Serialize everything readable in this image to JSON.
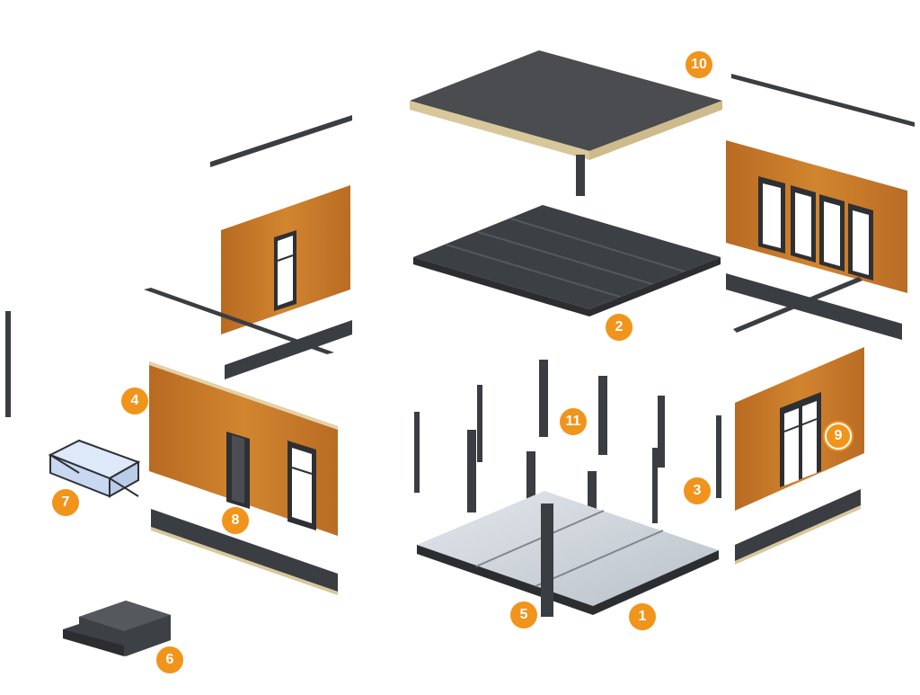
{
  "callouts": [
    {
      "id": "1",
      "label": "1"
    },
    {
      "id": "2",
      "label": "2"
    },
    {
      "id": "3",
      "label": "3"
    },
    {
      "id": "4",
      "label": "4"
    },
    {
      "id": "5",
      "label": "5"
    },
    {
      "id": "6",
      "label": "6"
    },
    {
      "id": "7",
      "label": "7"
    },
    {
      "id": "8",
      "label": "8"
    },
    {
      "id": "9",
      "label": "9"
    },
    {
      "id": "10",
      "label": "10"
    },
    {
      "id": "11",
      "label": "11"
    }
  ],
  "colors": {
    "accent": "#f0941c",
    "wood": "#c9782a",
    "frame": "#3a3d42",
    "roof": "#47494d",
    "floor": "#c8cfd6",
    "insulation": "#d9c9a0"
  }
}
